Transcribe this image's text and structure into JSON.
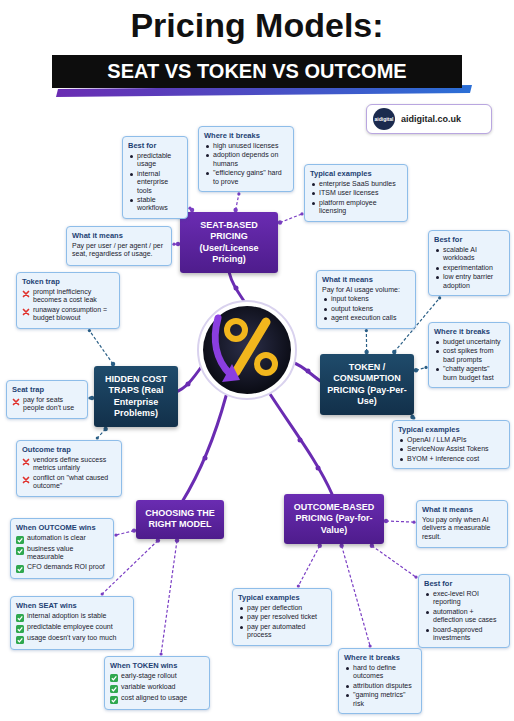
{
  "diagram": {
    "title": "Pricing Models:",
    "nodes": [
      {
        "text": [
          "SEAT VS TOKEN VS OUTCOME"
        ]
      },
      {
        "text": [
          "aidigital.co.uk"
        ]
      },
      {
        "text": [
          "SEAT-BASED PRICING (User/License Pricing)"
        ]
      },
      {
        "text": [
          "Best for",
          "predictable usage",
          "internal enterprise tools",
          "stable workflows"
        ]
      },
      {
        "text": [
          "Where it breaks",
          "high unused licenses",
          "adoption depends on humans",
          "\"efficiency gains\" hard to prove"
        ]
      },
      {
        "text": [
          "Typical examples",
          "enterprise SaaS bundles",
          "ITSM user licenses",
          "platform employee licensing"
        ]
      },
      {
        "text": [
          "What it means",
          "Pay per user / per agent / per seat, regardless of usage."
        ]
      },
      {
        "text": [
          "TOKEN / CONSUMPTION PRICING (Pay-Per-Use)"
        ]
      },
      {
        "text": [
          "What it means",
          "Pay for AI usage volume:",
          "input tokens",
          "output tokens",
          "agent execution calls"
        ]
      },
      {
        "text": [
          "Best for",
          "scalable AI workloads",
          "experimentation",
          "low entry barrier adoption"
        ]
      },
      {
        "text": [
          "Where it breaks",
          "budget uncertainty",
          "cost spikes from bad prompts",
          "\"chatty agents\" burn budget fast"
        ]
      },
      {
        "text": [
          "Typical examples",
          "OpenAI / LLM APIs",
          "ServiceNow Assist Tokens",
          "BYOM + inference cost"
        ]
      },
      {
        "text": [
          "HIDDEN COST TRAPS (Real Enterprise Problems)"
        ]
      },
      {
        "text": [
          "Token trap",
          "prompt inefficiency becomes a cost leak",
          "runaway consumption = budget blowout"
        ]
      },
      {
        "text": [
          "Seat trap",
          "pay for seats people don't use"
        ]
      },
      {
        "text": [
          "Outcome trap",
          "vendors define success metrics unfairly",
          "conflict on \"what caused outcome\""
        ]
      },
      {
        "text": [
          "OUTCOME-BASED PRICING (Pay-for-Value)"
        ]
      },
      {
        "text": [
          "What it means",
          "You pay only when AI delivers a measurable result."
        ]
      },
      {
        "text": [
          "Best for",
          "exec-level ROI reporting",
          "automation + deflection use cases",
          "board-approved investments"
        ]
      },
      {
        "text": [
          "Typical examples",
          "pay per deflection",
          "pay per resolved ticket",
          "pay per automated process"
        ]
      },
      {
        "text": [
          "Where it breaks",
          "hard to define outcomes",
          "attribution disputes",
          "\"gaming metrics\" risk"
        ]
      },
      {
        "text": [
          "CHOOSING THE RIGHT MODEL"
        ]
      },
      {
        "text": [
          "When OUTCOME wins",
          "automation is clear",
          "business value measurable",
          "CFO demands ROI proof"
        ]
      },
      {
        "text": [
          "When SEAT wins",
          "internal adoption is stable",
          "predictable employee count",
          "usage doesn't vary too much"
        ]
      },
      {
        "text": [
          "When TOKEN wins",
          "early-stage rollout",
          "variable workload",
          "cost aligned to usage"
        ]
      }
    ],
    "edges": [
      {
        "from": 2,
        "to": 3,
        "arrow": "none"
      },
      {
        "from": 2,
        "to": 4,
        "arrow": "none"
      },
      {
        "from": 2,
        "to": 5,
        "arrow": "none"
      },
      {
        "from": 2,
        "to": 6,
        "arrow": "none"
      },
      {
        "from": 7,
        "to": 8,
        "arrow": "none"
      },
      {
        "from": 7,
        "to": 9,
        "arrow": "none"
      },
      {
        "from": 7,
        "to": 10,
        "arrow": "none"
      },
      {
        "from": 7,
        "to": 11,
        "arrow": "none"
      },
      {
        "from": 12,
        "to": 13,
        "arrow": "none"
      },
      {
        "from": 12,
        "to": 14,
        "arrow": "none"
      },
      {
        "from": 12,
        "to": 15,
        "arrow": "none"
      },
      {
        "from": 16,
        "to": 17,
        "arrow": "none"
      },
      {
        "from": 16,
        "to": 18,
        "arrow": "none"
      },
      {
        "from": 16,
        "to": 19,
        "arrow": "none"
      },
      {
        "from": 16,
        "to": 20,
        "arrow": "none"
      },
      {
        "from": 21,
        "to": 22,
        "arrow": "none"
      },
      {
        "from": 21,
        "to": 23,
        "arrow": "none"
      },
      {
        "from": 21,
        "to": 24,
        "arrow": "none"
      }
    ],
    "labels": [
      "aidigital"
    ]
  }
}
